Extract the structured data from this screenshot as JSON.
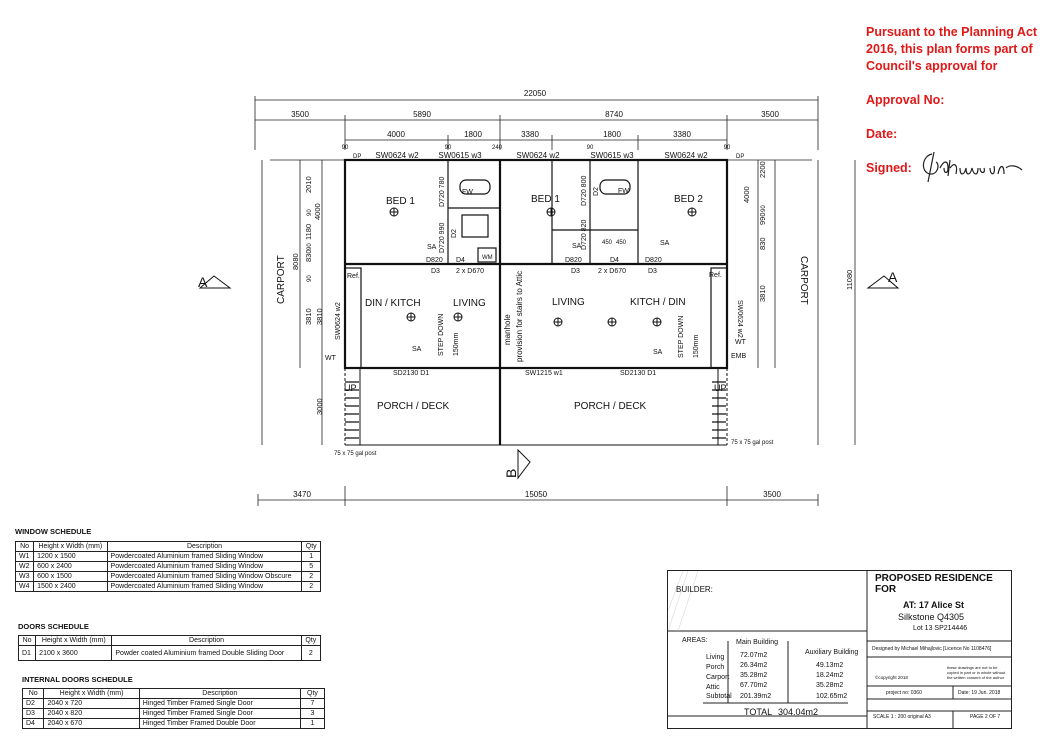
{
  "approval": {
    "line1": "Pursuant to the Planning Act",
    "line2": "2016, this plan forms part of",
    "line3": "Council's approval for",
    "approval_no": "Approval No:",
    "date": "Date:",
    "signed": "Signed:",
    "signature": "GJohnson"
  },
  "plan": {
    "overall_width": "22050",
    "top_dims": {
      "a": "3500",
      "b": "5890",
      "c": "8740",
      "d": "3500"
    },
    "sub_dims": {
      "a": "4000",
      "b": "1800",
      "c": "3380",
      "d": "1800",
      "e": "3380"
    },
    "small_dims": {
      "a": "90",
      "b": "90",
      "c": "240",
      "d": "90",
      "e": "90"
    },
    "windows_top": {
      "w1": "SW0624 w2",
      "w2": "SW0615 w3",
      "w3": "SW0624 w2",
      "w4": "SW0615 w3",
      "w5": "SW0624 w2"
    },
    "dp": "DP",
    "rooms": {
      "bed1_left": "BED 1",
      "bed1_right": "BED 1",
      "bed2": "BED 2",
      "din_kitch": "DIN / KITCH",
      "living_left": "LIVING",
      "living_right": "LIVING",
      "kitch_din": "KITCH / DIN",
      "porch_left": "PORCH / DECK",
      "porch_right": "PORCH / DECK",
      "carport_left": "CARPORT",
      "carport_right": "CARPORT"
    },
    "labels": {
      "fw": "FW",
      "wm": "WM",
      "sa": "SA",
      "ref": "Ref.",
      "wt": "WT",
      "emb": "EMB",
      "up": "UP",
      "step_down": "STEP DOWN",
      "step_mm": "150mm",
      "manhole": "manhole",
      "attic": "provision for stairs to Attic",
      "d820": "D820",
      "d4": "D4",
      "d3": "D3",
      "d670": "2 x D670",
      "d720_780": "D720 780",
      "d720_990": "D720 990",
      "d720_800": "D720 800",
      "d720_820": "D720 820",
      "d2": "D2",
      "d450": "450",
      "sd2130_d1": "SD2130 D1",
      "sw1215_w1": "SW1215 w1",
      "sw0624_w2": "SW0624 w2",
      "gal_post": "75 x 75 gal post",
      "section_a": "A",
      "section_b": "B"
    },
    "left_dims": {
      "a": "2010",
      "b": "4000",
      "c": "1180",
      "d": "8080",
      "e": "830",
      "f": "3810",
      "g": "3810",
      "h": "3000",
      "i": "90",
      "j": "90",
      "k": "90"
    },
    "right_dims": {
      "a": "2200",
      "b": "4000",
      "c": "990",
      "d": "830",
      "e": "3810",
      "f": "11080",
      "g": "90"
    },
    "bottom_dims": {
      "a": "3470",
      "b": "15050",
      "c": "3500"
    }
  },
  "window_schedule": {
    "title": "WINDOW SCHEDULE",
    "headers": [
      "No",
      "Height x Width (mm)",
      "Description",
      "Qty"
    ],
    "rows": [
      [
        "W1",
        "1200 x 1500",
        "Powdercoated Aluminium framed Sliding Window",
        "1"
      ],
      [
        "W2",
        "600 x 2400",
        "Powdercoated Aluminium framed Sliding Window",
        "5"
      ],
      [
        "W3",
        "600 x 1500",
        "Powdercoated Aluminium framed Sliding Window Obscure",
        "2"
      ],
      [
        "W4",
        "1500 x 2400",
        "Powdercoated Aluminium framed Sliding Window",
        "2"
      ]
    ]
  },
  "door_schedule": {
    "title": "DOORS SCHEDULE",
    "headers": [
      "No",
      "Height x Width (mm)",
      "Description",
      "Qty"
    ],
    "rows": [
      [
        "D1",
        "2100 x 3600",
        "Powder coated Aluminium framed Double Sliding Door",
        "2"
      ]
    ]
  },
  "internal_door_schedule": {
    "title": "INTERNAL DOORS SCHEDULE",
    "headers": [
      "No",
      "Height x Width (mm)",
      "Description",
      "Qty"
    ],
    "rows": [
      [
        "D2",
        "2040 x 720",
        "Hinged Timber Framed Single Door",
        "7"
      ],
      [
        "D3",
        "2040 x 820",
        "Hinged Timber Framed Single Door",
        "3"
      ],
      [
        "D4",
        "2040 x 670",
        "Hinged Timber Framed Double Door",
        "1"
      ]
    ]
  },
  "title_block": {
    "builder_label": "BUILDER:",
    "project_title": "PROPOSED RESIDENCE FOR",
    "address": "AT: 17 Alice St",
    "suburb": "Silkstone  Q4305",
    "lot": "Lot 13    SP214446",
    "designer": "Designed by Michael Mihajlovic [Licence No 1108476]",
    "copyright": "©copyright 2018",
    "note": "these drawings are not to be copied in part or in whole without the written consent of the author",
    "project_no": "project no: 0360",
    "date": "Date: 19 Jun. 2018",
    "scale": "SCALE  1 : 200 original A3",
    "page": "PAGE 2 OF 7",
    "areas_label": "AREAS:",
    "main_building": "Main Building",
    "aux_building": "Auxiliary Building",
    "area_rows": [
      {
        "name": "Living",
        "main": "72.07m2",
        "aux": "49.13m2"
      },
      {
        "name": "Porch",
        "main": "26.34m2",
        "aux": "18.24m2"
      },
      {
        "name": "Carport",
        "main": "35.28m2",
        "aux": "35.28m2"
      },
      {
        "name": "Attic",
        "main": "67.70m2",
        "aux": ""
      }
    ],
    "subtotal_label": "Subtotal",
    "subtotal_main": "201.39m2",
    "subtotal_aux": "102.65m2",
    "total_label": "TOTAL",
    "total_value": "304.04m2"
  }
}
